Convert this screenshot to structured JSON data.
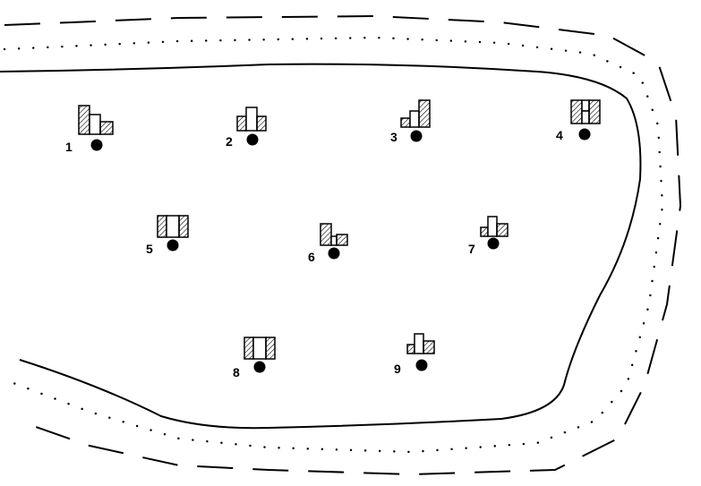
{
  "stations": [
    {
      "number": "1",
      "pattern": "tall-left-step"
    },
    {
      "number": "2",
      "pattern": "center-tall"
    },
    {
      "number": "3",
      "pattern": "tall-right-step"
    },
    {
      "number": "4",
      "pattern": "twin-tall-notch"
    },
    {
      "number": "5",
      "pattern": "twin-tall-center"
    },
    {
      "number": "6",
      "pattern": "left-tall-low-right"
    },
    {
      "number": "7",
      "pattern": "center-tall-low-sides"
    },
    {
      "number": "8",
      "pattern": "twin-tall-center"
    },
    {
      "number": "9",
      "pattern": "center-tall-low-sides"
    }
  ],
  "colors": {
    "ink": "#000000",
    "paper": "#ffffff"
  }
}
